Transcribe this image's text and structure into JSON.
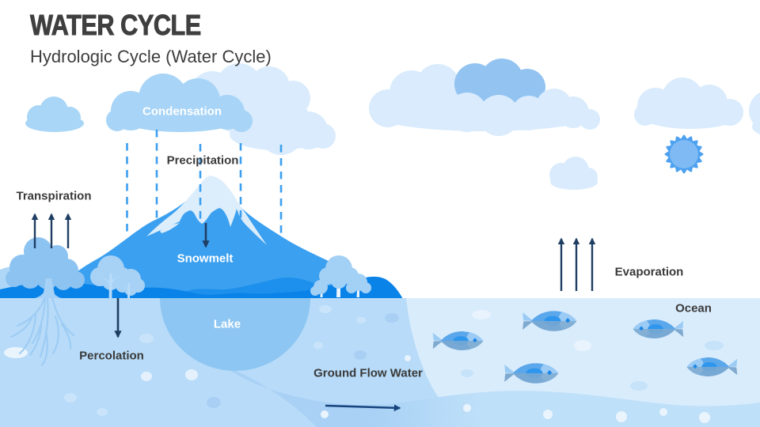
{
  "slide": {
    "title": "WATER CYCLE",
    "subtitle": "Hydrologic Cycle (Water Cycle)"
  },
  "labels": {
    "condensation": "Condensation",
    "precipitation": "Precipitation",
    "transpiration": "Transpiration",
    "snowmelt": "Snowmelt",
    "lake": "Lake",
    "percolation": "Percolation",
    "ground_flow_water": "Ground Flow Water",
    "evaporation": "Evaporation",
    "ocean": "Ocean"
  },
  "colors": {
    "title_text": "#3f3f3f",
    "label_dark": "#3a3a3a",
    "label_light": "#ffffff",
    "cloud_light": "#d9ebfc",
    "cloud_medium": "#a7d4f7",
    "cloud_dark": "#92c3f1",
    "sun_body": "#7cb9f3",
    "sun_rays": "#3e9df0",
    "rain_dash": "#3d9fef",
    "mountain": "#3ba0f0",
    "snow": "#dcedfc",
    "hill_mid": "#1d8fec",
    "hill_dark": "#0983e8",
    "hill_light": "#aed7f7",
    "ground": "#b7dbf8",
    "lake": "#8dc6f2",
    "flow_band": "#a6d0f5",
    "bottom_strip": "#bfe0f9",
    "ocean": "#d9ecfc",
    "tree_foliage": "#a3d0f5",
    "big_tree": "#8cc3f1",
    "arrow": "#1f3e63",
    "fish_top": "#5ba7eb",
    "fish_bottom": "#7fa9cf"
  },
  "icons": {
    "sun": "sun-icon",
    "cloud": "cloud-icon",
    "mountain": "mountain-icon",
    "tree": "tree-icon",
    "fish": "fish-icon",
    "rain": "rain-dashes-icon",
    "arrow_up": "up-arrow-icon",
    "arrow_down": "down-arrow-icon",
    "arrow_right": "right-arrow-icon"
  }
}
